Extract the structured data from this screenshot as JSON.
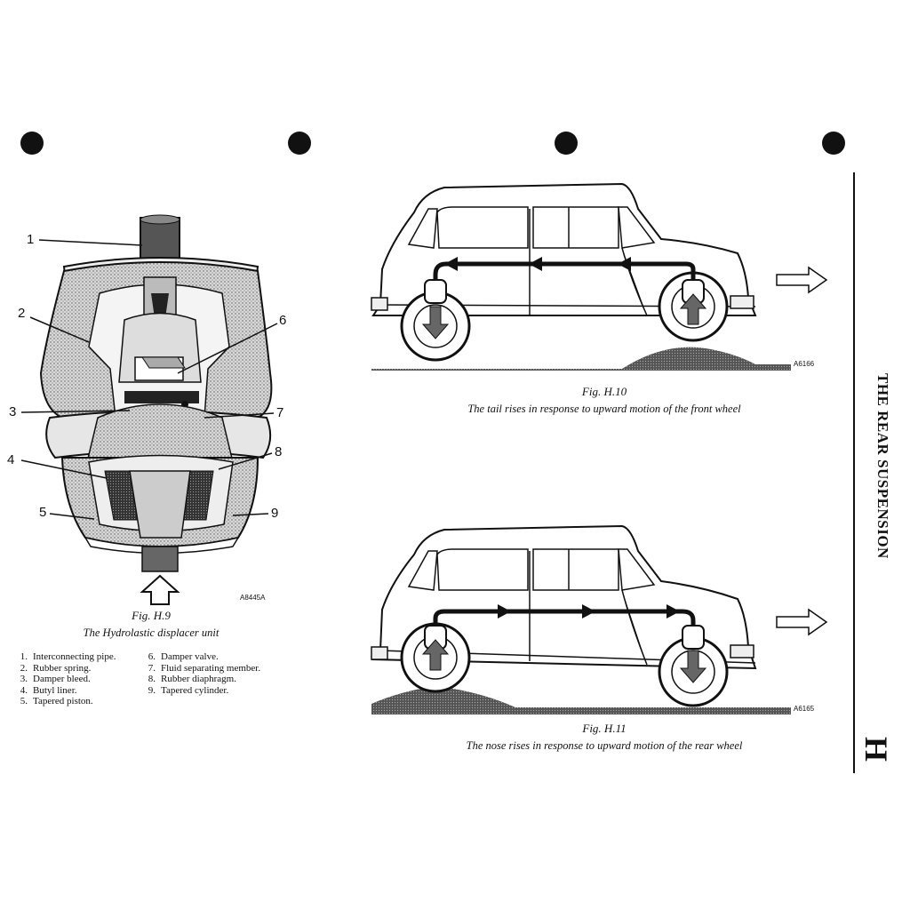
{
  "page": {
    "section_title": "THE REAR SUSPENSION",
    "section_letter": "H"
  },
  "fig_h9": {
    "fig_label": "Fig. H.9",
    "caption": "The Hydrolastic displacer unit",
    "drawing_code": "A8445A",
    "callouts": [
      "1",
      "2",
      "3",
      "4",
      "5",
      "6",
      "7",
      "8",
      "9"
    ],
    "legend_left": [
      {
        "num": "1.",
        "text": "Interconnecting pipe."
      },
      {
        "num": "2.",
        "text": "Rubber spring."
      },
      {
        "num": "3.",
        "text": "Damper bleed."
      },
      {
        "num": "4.",
        "text": "Butyl liner."
      },
      {
        "num": "5.",
        "text": "Tapered piston."
      }
    ],
    "legend_right": [
      {
        "num": "6.",
        "text": "Damper valve."
      },
      {
        "num": "7.",
        "text": "Fluid separating member."
      },
      {
        "num": "8.",
        "text": "Rubber diaphragm."
      },
      {
        "num": "9.",
        "text": "Tapered cylinder."
      }
    ]
  },
  "fig_h10": {
    "fig_label": "Fig. H.10",
    "caption": "The tail rises in response to upward motion of the front wheel",
    "drawing_code": "A6166"
  },
  "fig_h11": {
    "fig_label": "Fig. H.11",
    "caption": "The nose rises in response to upward motion of the rear wheel",
    "drawing_code": "A6165"
  }
}
